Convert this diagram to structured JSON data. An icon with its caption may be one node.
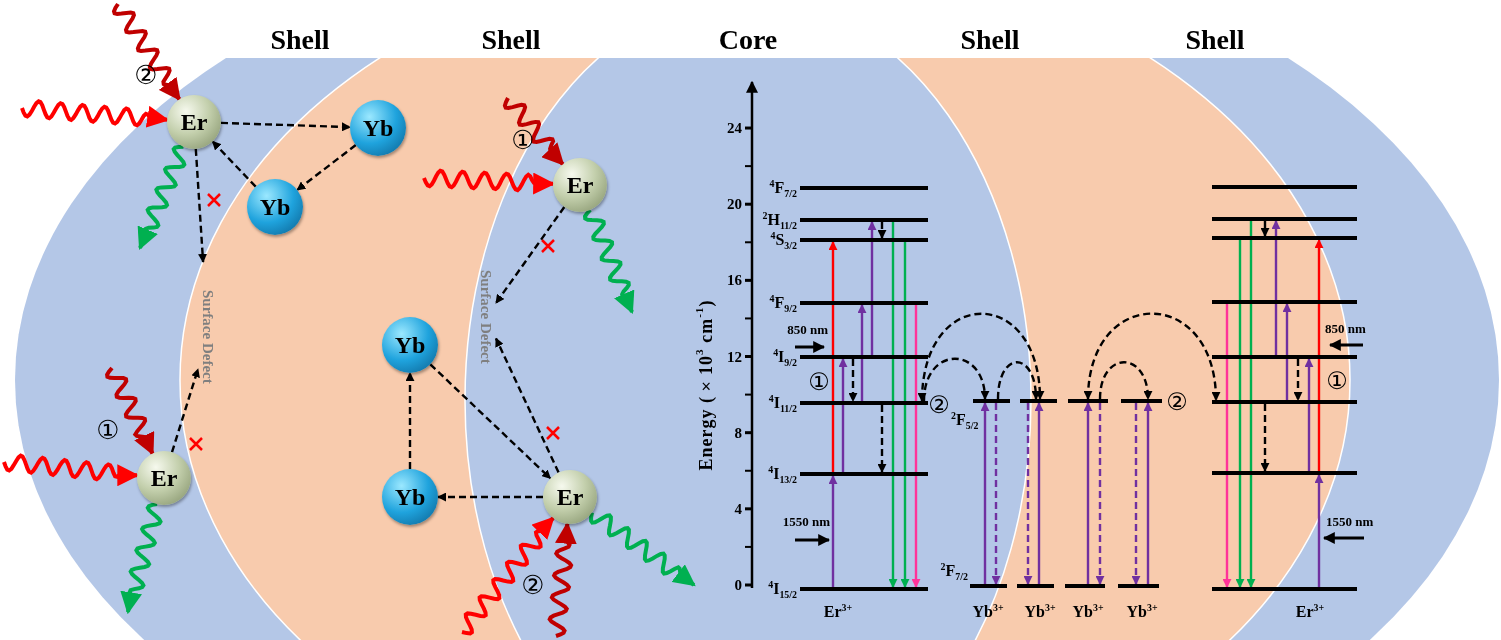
{
  "diagram": {
    "nodes": [
      {
        "text": [
          "Er"
        ]
      },
      {
        "text": [
          "Yb"
        ]
      },
      {
        "text": [
          "Yb"
        ]
      },
      {
        "text": [
          "Surface Defect"
        ]
      },
      {
        "text": [
          "Er"
        ]
      },
      {
        "text": [
          "Yb"
        ]
      },
      {
        "text": [
          "Yb"
        ]
      },
      {
        "text": [
          "Er"
        ]
      },
      {
        "text": [
          "Surface Defect"
        ]
      },
      {
        "text": [
          "Er"
        ]
      },
      {
        "text": [],
        "shape": "bar",
        "beside": [
          "$^{4}$F$_{7/2}$"
        ]
      },
      {
        "text": [],
        "shape": "bar",
        "beside": [
          "$^{2}$H$_{11/2}$"
        ]
      },
      {
        "text": [],
        "shape": "bar",
        "beside": [
          "$^{4}$S$_{3/2}$"
        ]
      },
      {
        "text": [],
        "shape": "bar",
        "beside": [
          "$^{4}$F$_{9/2}$"
        ]
      },
      {
        "text": [],
        "shape": "bar",
        "beside": [
          "$^{4}$I$_{9/2}$"
        ]
      },
      {
        "text": [],
        "shape": "bar",
        "beside": [
          "$^{4}$I$_{11/2}$"
        ]
      },
      {
        "text": [],
        "shape": "bar",
        "beside": [
          "$^{4}$I$_{13/2}$"
        ]
      },
      {
        "text": [],
        "shape": "bar",
        "beside": [
          "$^{4}$I$_{15/2}$",
          "Er$^{3+}$"
        ]
      },
      {
        "text": [],
        "shape": "bar",
        "beside": [
          "$^{2}$F$_{5/2}$"
        ]
      },
      {
        "text": [],
        "shape": "bar",
        "beside": [
          "$^{2}$F$_{7/2}$",
          "Yb$^{3+}$"
        ]
      },
      {
        "text": [],
        "shape": "bar"
      },
      {
        "text": [],
        "shape": "bar",
        "beside": [
          "Yb$^{3+}$"
        ]
      },
      {
        "text": [],
        "shape": "bar"
      },
      {
        "text": [],
        "shape": "bar",
        "beside": [
          "Yb$^{3+}$"
        ]
      },
      {
        "text": [],
        "shape": "bar"
      },
      {
        "text": [],
        "shape": "bar",
        "beside": [
          "Yb$^{3+}$"
        ]
      },
      {
        "text": [],
        "shape": "bar"
      },
      {
        "text": [],
        "shape": "bar"
      },
      {
        "text": [],
        "shape": "bar"
      },
      {
        "text": [],
        "shape": "bar"
      },
      {
        "text": [],
        "shape": "bar"
      },
      {
        "text": [],
        "shape": "bar"
      },
      {
        "text": [],
        "shape": "bar"
      },
      {
        "text": [],
        "shape": "bar",
        "beside": [
          "Er$^{3+}$"
        ]
      }
    ],
    "edges": [
      {
        "from": 0,
        "to": 1,
        "arrow": "to",
        "style": "dashed"
      },
      {
        "from": 1,
        "to": 2,
        "arrow": "to",
        "style": "dashed"
      },
      {
        "from": 2,
        "to": 0,
        "arrow": "to",
        "style": "dashed"
      },
      {
        "from": 0,
        "to": 3,
        "arrow": "to",
        "style": "dashed"
      },
      {
        "from": 4,
        "to": 3,
        "arrow": "to",
        "style": "dashed"
      },
      {
        "from": 5,
        "to": 7,
        "arrow": "to",
        "style": "dashed"
      },
      {
        "from": 7,
        "to": 6,
        "arrow": "to",
        "style": "dashed"
      },
      {
        "from": 6,
        "to": 5,
        "arrow": "to",
        "style": "dashed"
      },
      {
        "from": 7,
        "to": 8,
        "arrow": "to",
        "style": "dashed"
      },
      {
        "from": 9,
        "to": 8,
        "arrow": "to",
        "style": "dashed"
      },
      {
        "from": null,
        "to": 0,
        "arrow": "to",
        "color": "#ff0000"
      },
      {
        "from": null,
        "to": 0,
        "arrow": "to",
        "color": "#c00000"
      },
      {
        "from": 0,
        "to": null,
        "arrow": "to",
        "color": "#00b050"
      },
      {
        "from": null,
        "to": 4,
        "arrow": "to",
        "color": "#ff0000"
      },
      {
        "from": null,
        "to": 4,
        "arrow": "to",
        "color": "#c00000"
      },
      {
        "from": 4,
        "to": null,
        "arrow": "to",
        "color": "#00b050"
      },
      {
        "from": null,
        "to": 9,
        "arrow": "to",
        "color": "#ff0000"
      },
      {
        "from": null,
        "to": 9,
        "arrow": "to",
        "color": "#c00000"
      },
      {
        "from": 9,
        "to": null,
        "arrow": "to",
        "color": "#00b050"
      },
      {
        "from": null,
        "to": 7,
        "arrow": "to",
        "color": "#ff0000"
      },
      {
        "from": null,
        "to": 7,
        "arrow": "to",
        "color": "#c00000"
      },
      {
        "from": 7,
        "to": null,
        "arrow": "to",
        "color": "#00b050"
      },
      {
        "from": 17,
        "to": 16,
        "arrow": "to",
        "color": "#7030a0"
      },
      {
        "from": 16,
        "to": 12,
        "arrow": "to",
        "color": "#ff0000"
      },
      {
        "from": 16,
        "to": 14,
        "arrow": "to",
        "color": "#7030a0"
      },
      {
        "from": 15,
        "to": 13,
        "arrow": "to",
        "color": "#7030a0"
      },
      {
        "from": 14,
        "to": 11,
        "arrow": "to",
        "color": "#7030a0"
      },
      {
        "from": 11,
        "to": 12,
        "arrow": "to",
        "style": "dashed"
      },
      {
        "from": 14,
        "to": 15,
        "arrow": "to",
        "style": "dashed"
      },
      {
        "from": 15,
        "to": 16,
        "arrow": "to",
        "style": "dashed"
      },
      {
        "from": 11,
        "to": 17,
        "arrow": "to",
        "color": "#00b050"
      },
      {
        "from": 12,
        "to": 17,
        "arrow": "to",
        "color": "#00b050"
      },
      {
        "from": 13,
        "to": 17,
        "arrow": "to",
        "color": "#ff3399"
      },
      {
        "from": 19,
        "to": 18,
        "arrow": "to",
        "color": "#7030a0"
      },
      {
        "from": 18,
        "to": 19,
        "arrow": "to",
        "style": "dashed",
        "color": "#7030a0"
      },
      {
        "from": 20,
        "to": 21,
        "arrow": "to",
        "style": "dashed",
        "color": "#7030a0"
      },
      {
        "from": 21,
        "to": 20,
        "arrow": "to",
        "color": "#7030a0"
      },
      {
        "from": 23,
        "to": 22,
        "arrow": "to",
        "color": "#7030a0"
      },
      {
        "from": 22,
        "to": 23,
        "arrow": "to",
        "style": "dashed",
        "color": "#7030a0"
      },
      {
        "from": 24,
        "to": 25,
        "arrow": "to",
        "style": "dashed",
        "color": "#7030a0"
      },
      {
        "from": 25,
        "to": 24,
        "arrow": "to",
        "color": "#7030a0"
      },
      {
        "from": 15,
        "to": 20,
        "arrow": "both",
        "style": "dashed"
      },
      {
        "from": 15,
        "to": 18,
        "arrow": "to",
        "style": "dashed"
      },
      {
        "from": 18,
        "to": 20,
        "arrow": "to",
        "style": "dashed"
      },
      {
        "from": 22,
        "to": 31,
        "arrow": "both",
        "style": "dashed"
      },
      {
        "from": 22,
        "to": 24,
        "arrow": "to",
        "style": "dashed"
      },
      {
        "from": 29,
        "to": 33,
        "arrow": "to",
        "color": "#ff3399"
      },
      {
        "from": 28,
        "to": 33,
        "arrow": "to",
        "color": "#00b050"
      },
      {
        "from": 27,
        "to": 33,
        "arrow": "to",
        "color": "#00b050"
      },
      {
        "from": 27,
        "to": 28,
        "arrow": "to",
        "style": "dashed"
      },
      {
        "from": 30,
        "to": 27,
        "arrow": "to",
        "color": "#7030a0"
      },
      {
        "from": 31,
        "to": 29,
        "arrow": "to",
        "color": "#7030a0"
      },
      {
        "from": 30,
        "to": 31,
        "arrow": "to",
        "style": "dashed"
      },
      {
        "from": 31,
        "to": 32,
        "arrow": "to",
        "style": "dashed"
      },
      {
        "from": 32,
        "to": 30,
        "arrow": "to",
        "color": "#7030a0"
      },
      {
        "from": 32,
        "to": 28,
        "arrow": "to",
        "color": "#ff0000"
      },
      {
        "from": 33,
        "to": 32,
        "arrow": "to",
        "color": "#7030a0"
      }
    ],
    "labels": [
      "Shell",
      "Shell",
      "Core",
      "Shell",
      "Shell",
      "②",
      "①",
      "①",
      "②",
      "24",
      "20",
      "16",
      "12",
      "8",
      "4",
      "0",
      "Energy (×10$^{3}$ cm$^{-1}$)",
      "850 nm",
      "①",
      "1550 nm",
      "②",
      "②",
      "850 nm",
      "①",
      "1550 nm"
    ]
  }
}
